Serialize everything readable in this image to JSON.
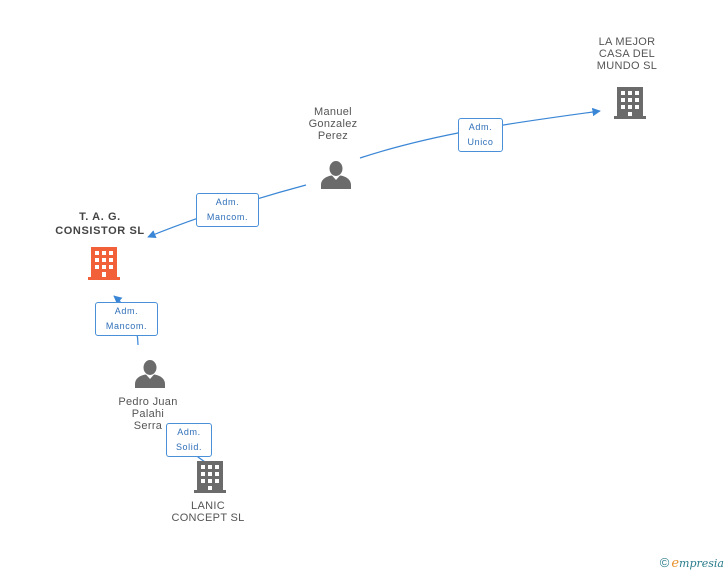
{
  "nodes": {
    "la_mejor": {
      "label_lines": [
        "LA MEJOR",
        "CASA DEL",
        "MUNDO SL"
      ],
      "type": "company",
      "color": "#6b6b6b"
    },
    "manuel": {
      "label_lines": [
        "Manuel",
        "Gonzalez",
        "Perez"
      ],
      "type": "person",
      "color": "#6b6b6b"
    },
    "tag": {
      "label_lines": [
        "T. A. G.",
        "CONSISTOR SL"
      ],
      "type": "company",
      "color": "#f2603a",
      "highlighted": true
    },
    "pedro": {
      "label_lines": [
        "Pedro Juan",
        "Palahi",
        "Serra"
      ],
      "type": "person",
      "color": "#6b6b6b"
    },
    "lanic": {
      "label_lines": [
        "LANIC",
        "CONCEPT SL"
      ],
      "type": "company",
      "color": "#6b6b6b"
    }
  },
  "edges": [
    {
      "from": "manuel",
      "to": "la_mejor",
      "label_lines": [
        "Adm.",
        "Unico"
      ]
    },
    {
      "from": "manuel",
      "to": "tag",
      "label_lines": [
        "Adm.",
        "Mancom."
      ]
    },
    {
      "from": "pedro",
      "to": "tag",
      "label_lines": [
        "Adm.",
        "Mancom."
      ]
    },
    {
      "from": "pedro",
      "to": "lanic",
      "label_lines": [
        "Adm.",
        "Solid."
      ]
    }
  ],
  "colors": {
    "edge": "#3a86d6",
    "badge_border": "#4a90d9",
    "badge_text": "#2f6fb8"
  },
  "footer": {
    "copyright_symbol": "©",
    "brand_first": "e",
    "brand_rest": "mpresia"
  }
}
